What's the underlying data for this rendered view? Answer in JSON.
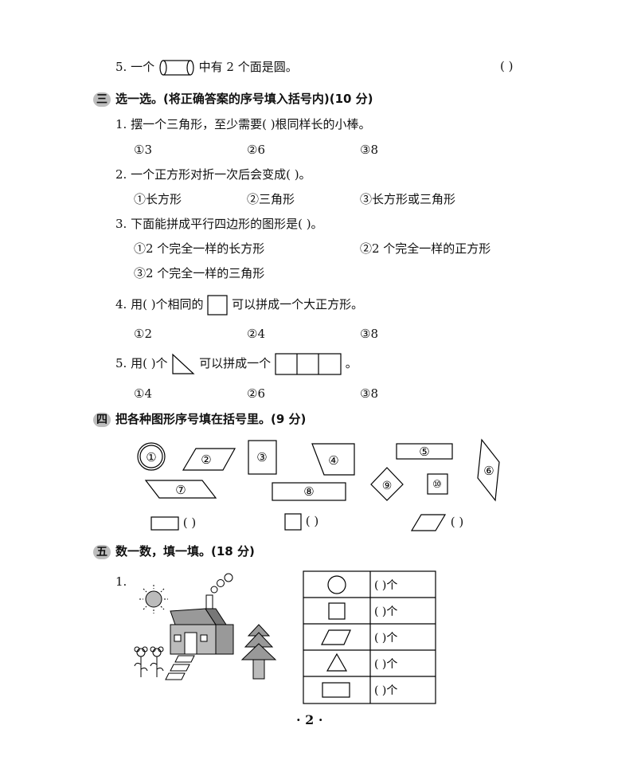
{
  "q5_prev": {
    "before": "5. 一个",
    "after": "中有 2 个面是圆。",
    "paren": "(      )"
  },
  "section3": {
    "badge": "三",
    "title": "选一选。(将正确答案的序号填入括号内)(10 分)",
    "q1": {
      "text": "1. 摆一个三角形，至少需要(          )根同样长的小棒。",
      "opts": [
        "①3",
        "②6",
        "③8"
      ]
    },
    "q2": {
      "text": "2. 一个正方形对折一次后会变成(          )。",
      "opts": [
        "①长方形",
        "②三角形",
        "③长方形或三角形"
      ]
    },
    "q3": {
      "text": "3. 下面能拼成平行四边形的图形是(          )。",
      "opts": [
        "①2 个完全一样的长方形",
        "②2 个完全一样的正方形",
        "③2 个完全一样的三角形"
      ]
    },
    "q4": {
      "before": "4. 用(          )个相同的",
      "after": "可以拼成一个大正方形。",
      "opts": [
        "①2",
        "②4",
        "③8"
      ]
    },
    "q5": {
      "before": "5. 用(          )个",
      "mid": "可以拼成一个",
      "end": "。",
      "opts": [
        "①4",
        "②6",
        "③8"
      ]
    }
  },
  "section4": {
    "badge": "四",
    "title": "把各种图形序号填在括号里。(9 分)",
    "shape_labels": [
      "①",
      "②",
      "③",
      "④",
      "⑤",
      "⑥",
      "⑦",
      "⑧",
      "⑨",
      "⑩"
    ],
    "answer_paren": [
      "(                )",
      "(            )",
      "(                )"
    ]
  },
  "section5": {
    "badge": "五",
    "title": "数一数，填一填。(18 分)",
    "q1_label": "1.",
    "table_rows": [
      "(        )个",
      "(        )个",
      "(        )个",
      "(        )个",
      "(        )个"
    ]
  },
  "footer": {
    "page_number": "· 2 ·"
  }
}
